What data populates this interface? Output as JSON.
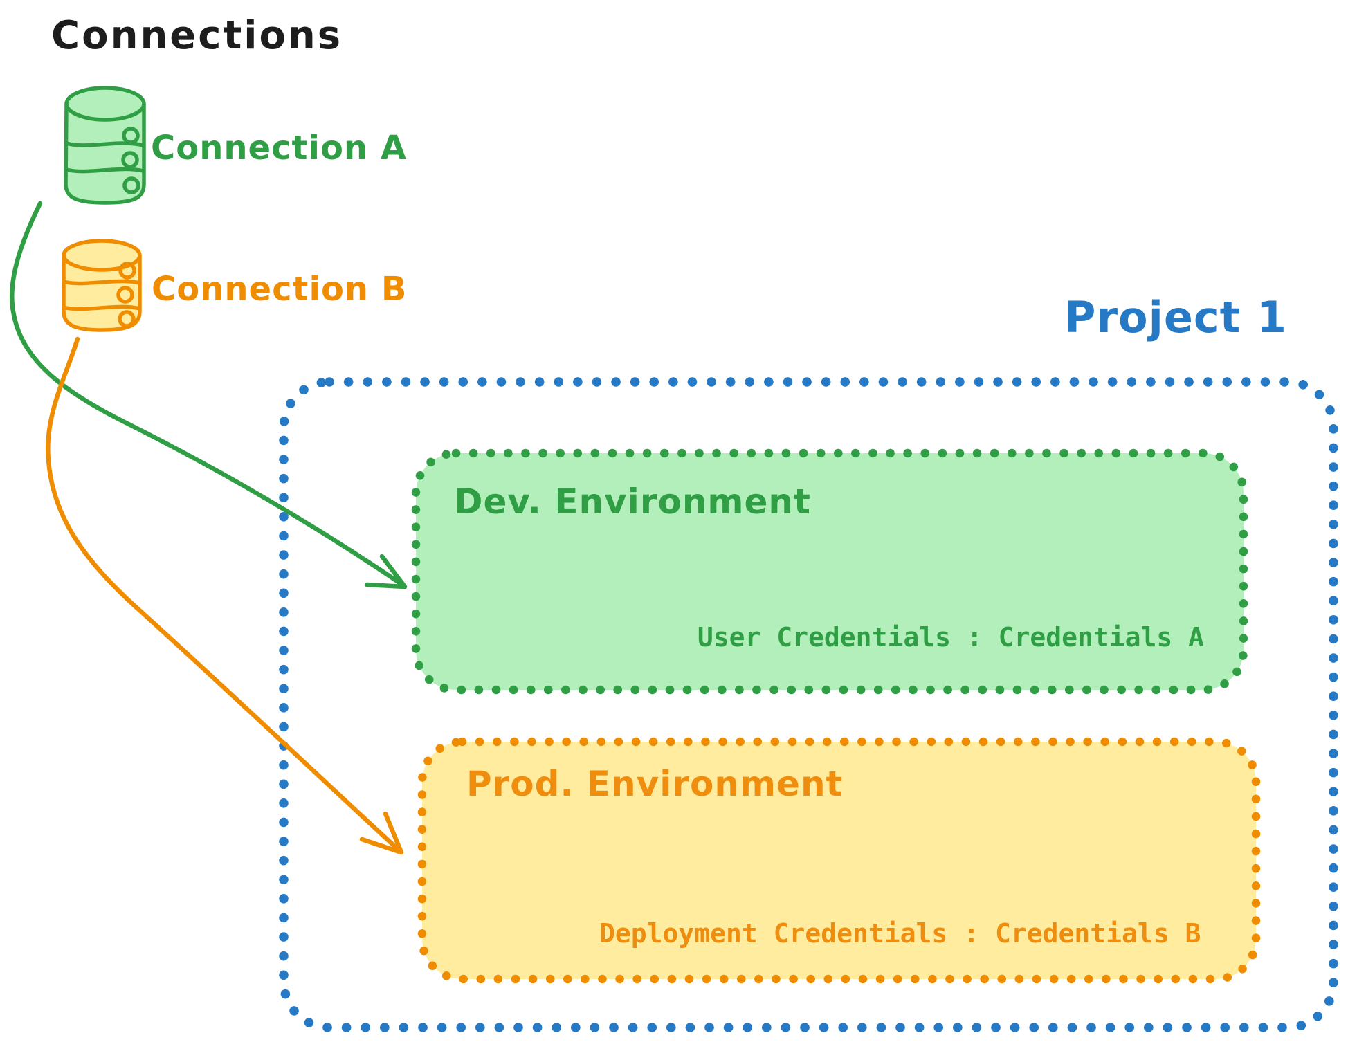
{
  "title": "Connections",
  "connections": [
    {
      "label": "Connection A",
      "stroke_color": "#2f9e44",
      "fill_color": "#b2efba",
      "icon": "database-icon"
    },
    {
      "label": "Connection B",
      "stroke_color": "#f08c00",
      "fill_color": "#ffec9e",
      "icon": "database-icon"
    }
  ],
  "project": {
    "label": "Project 1",
    "accent_color": "#2579c5",
    "environments": [
      {
        "name": "Dev. Environment",
        "credentials_text": "User Credentials : Credentials A",
        "stroke_color": "#2f9e44",
        "fill_color": "#b2efba",
        "linked_connection": "Connection A"
      },
      {
        "name": "Prod. Environment",
        "credentials_text": "Deployment Credentials : Credentials B",
        "stroke_color": "#f08c00",
        "fill_color": "#ffec9e",
        "linked_connection": "Connection B"
      }
    ]
  }
}
